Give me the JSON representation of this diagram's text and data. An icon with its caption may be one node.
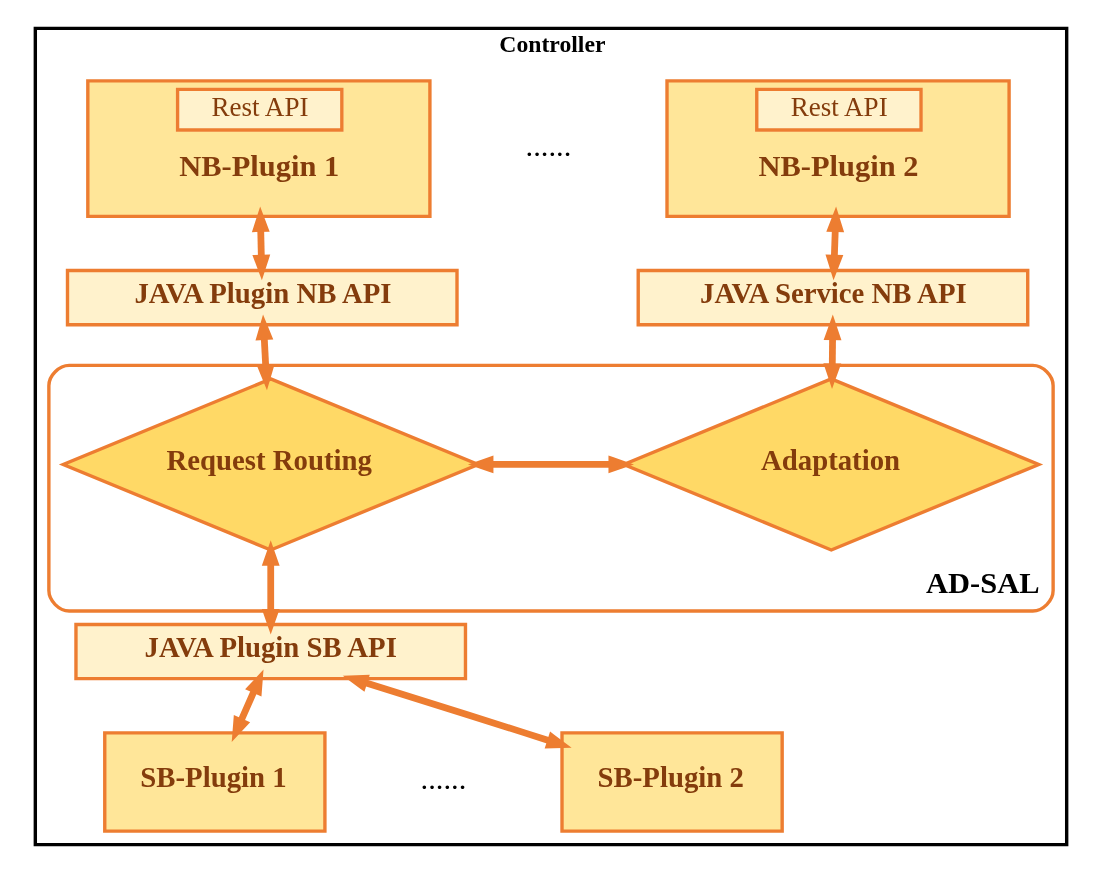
{
  "diagram": {
    "nodes": [
      {
        "text": [
          "Controller"
        ]
      },
      {
        "text": [
          "Rest API",
          "NB-Plugin 1"
        ],
        "in": 0
      },
      {
        "text": [
          "Rest API",
          "NB-Plugin 2"
        ],
        "in": 0
      },
      {
        "text": [
          "AD-SAL"
        ],
        "in": 0
      },
      {
        "text": [
          "JAVA Plugin NB API"
        ],
        "in": 0
      },
      {
        "text": [
          "JAVA Service NB API"
        ],
        "in": 0
      },
      {
        "text": [
          "Request Routing"
        ],
        "in": 3
      },
      {
        "text": [
          "Adaptation"
        ],
        "in": 3
      },
      {
        "text": [
          "JAVA Plugin SB API"
        ],
        "in": 0
      },
      {
        "text": [
          "SB-Plugin 1"
        ],
        "in": 0
      },
      {
        "text": [
          "SB-Plugin 2"
        ],
        "in": 0
      }
    ],
    "edges": [
      {
        "from": 1,
        "to": 4,
        "arrow": "both"
      },
      {
        "from": 2,
        "to": 5,
        "arrow": "both"
      },
      {
        "from": 4,
        "to": 6,
        "arrow": "both"
      },
      {
        "from": 5,
        "to": 7,
        "arrow": "both"
      },
      {
        "from": 6,
        "to": 7,
        "arrow": "both"
      },
      {
        "from": 6,
        "to": 8,
        "arrow": "both"
      },
      {
        "from": 8,
        "to": 9,
        "arrow": "both"
      },
      {
        "from": 8,
        "to": 10,
        "arrow": "both"
      }
    ],
    "labels": [
      "......",
      "......"
    ]
  }
}
